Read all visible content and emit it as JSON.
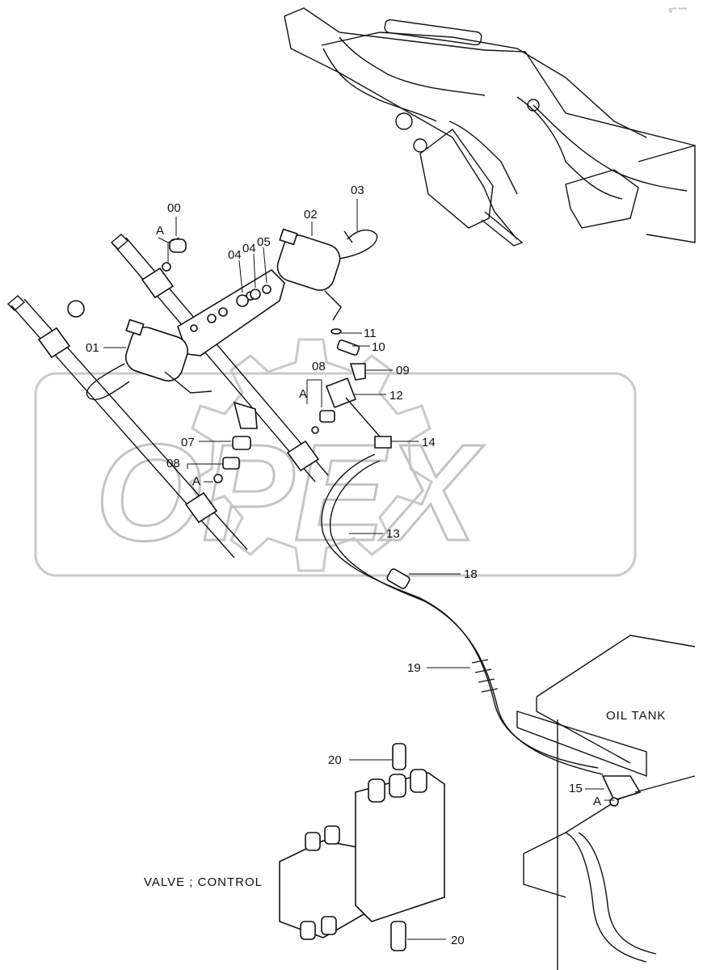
{
  "watermark": {
    "text": "OPEX"
  },
  "captions": {
    "oil_tank": "OIL TANK",
    "valve": "VALVE ; CONTROL",
    "corner": "g** ****"
  },
  "callouts": [
    {
      "id": "c00",
      "text": "00"
    },
    {
      "id": "cA1",
      "text": "A"
    },
    {
      "id": "c01",
      "text": "01"
    },
    {
      "id": "c02",
      "text": "02"
    },
    {
      "id": "c03",
      "text": "03"
    },
    {
      "id": "c04a",
      "text": "04"
    },
    {
      "id": "c04b",
      "text": "04"
    },
    {
      "id": "c05",
      "text": "05"
    },
    {
      "id": "c11",
      "text": "11"
    },
    {
      "id": "c10",
      "text": "10"
    },
    {
      "id": "c08a",
      "text": "08"
    },
    {
      "id": "c09",
      "text": "09"
    },
    {
      "id": "cA2",
      "text": "A"
    },
    {
      "id": "c12",
      "text": "12"
    },
    {
      "id": "c14",
      "text": "14"
    },
    {
      "id": "c07",
      "text": "07"
    },
    {
      "id": "c08b",
      "text": "08"
    },
    {
      "id": "cA3",
      "text": "A"
    },
    {
      "id": "c13",
      "text": "13"
    },
    {
      "id": "c18",
      "text": "18"
    },
    {
      "id": "c19",
      "text": "19"
    },
    {
      "id": "c20a",
      "text": "20"
    },
    {
      "id": "c15",
      "text": "15"
    },
    {
      "id": "cA4",
      "text": "A"
    },
    {
      "id": "c20b",
      "text": "20"
    }
  ]
}
